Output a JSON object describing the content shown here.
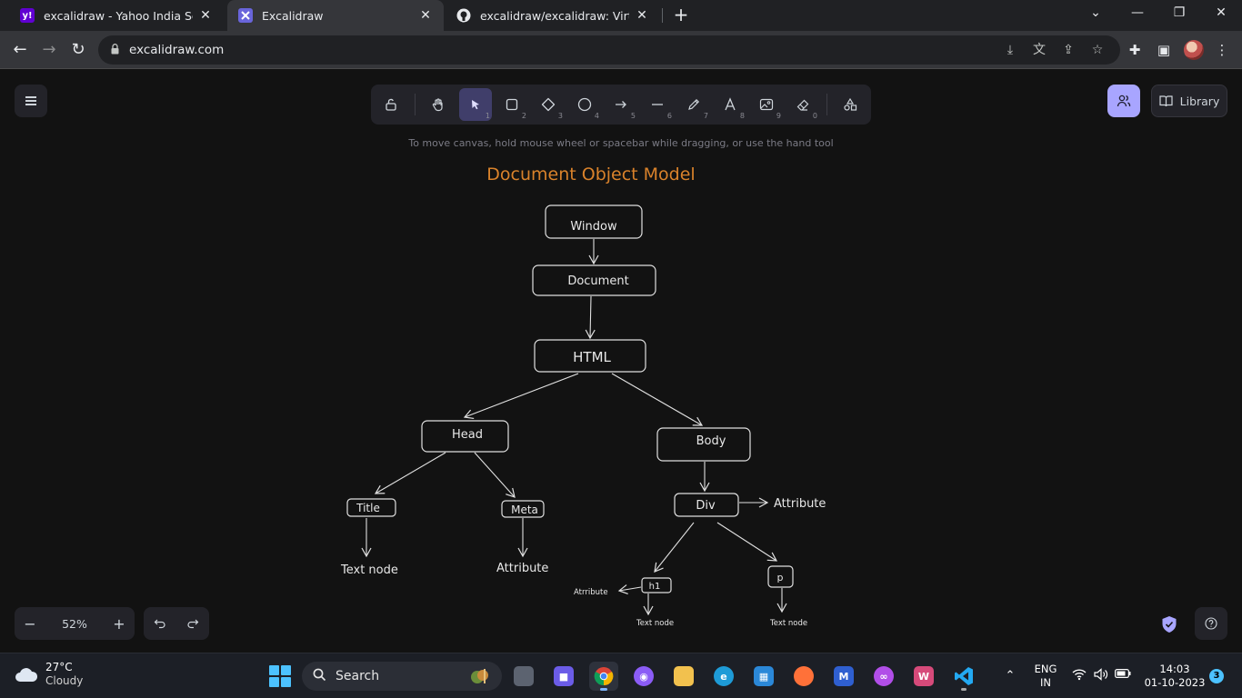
{
  "browser": {
    "tabs": [
      {
        "title": "excalidraw - Yahoo India Search",
        "favicon": "yahoo-icon",
        "favicon_color": "#6001d2"
      },
      {
        "title": "Excalidraw",
        "favicon": "excalidraw-icon",
        "favicon_color": "#6965db"
      },
      {
        "title": "excalidraw/excalidraw: Virtual wh",
        "favicon": "github-icon",
        "favicon_color": "#ffffff"
      }
    ],
    "active_tab_index": 1,
    "new_tab_label": "+",
    "url": "excalidraw.com"
  },
  "excalidraw": {
    "tool_keys": [
      "1",
      "2",
      "3",
      "4",
      "5",
      "6",
      "7",
      "8",
      "9",
      "0"
    ],
    "library_label": "Library",
    "hint": "To move canvas, hold mouse wheel or spacebar while dragging, or use the hand tool",
    "zoom": "52%",
    "zoom_out_label": "−",
    "zoom_in_label": "+",
    "accent_color": "#a8a5ff",
    "drawing": {
      "title": "Document Object Model",
      "title_color": "#d9822b",
      "nodes": {
        "window": "Window",
        "document": "Document",
        "html": "HTML",
        "head": "Head",
        "body": "Body",
        "title": "Title",
        "meta": "Meta",
        "div": "Div",
        "h1": "h1",
        "p": "p"
      },
      "labels": {
        "title_text_node": "Text node",
        "meta_attribute": "Attribute",
        "div_attribute": "Attribute",
        "h1_attribute": "Atrribute",
        "h1_text_node": "Text node",
        "p_text_node": "Text node"
      }
    }
  },
  "taskbar": {
    "weather_temp": "27°C",
    "weather_desc": "Cloudy",
    "search_label": "Search",
    "language_top": "ENG",
    "language_bottom": "IN",
    "time": "14:03",
    "date": "01-10-2023",
    "notification_count": "3"
  }
}
